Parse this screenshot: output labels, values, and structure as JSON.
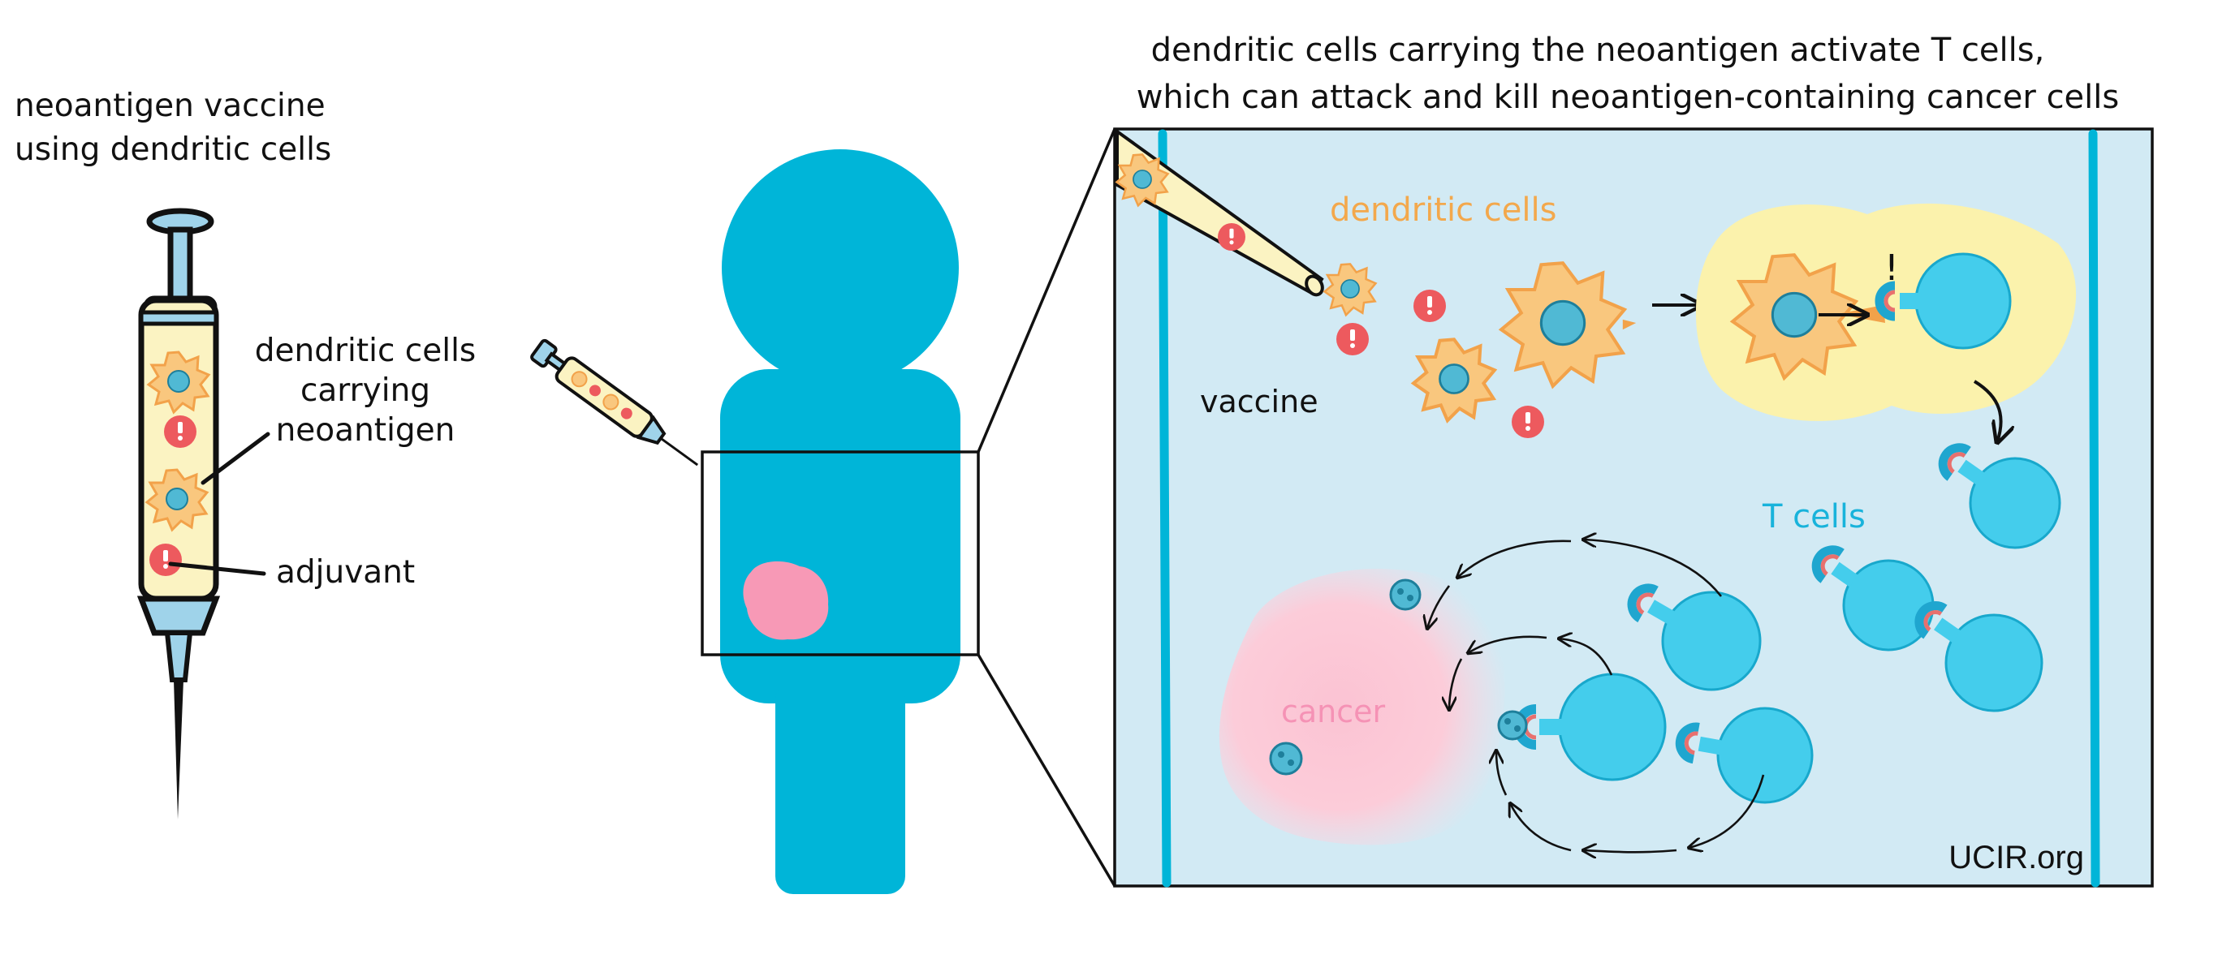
{
  "left": {
    "title_line1": "neoantigen vaccine",
    "title_line2": "using dendritic cells",
    "callout_dc_line1": "dendritic cells",
    "callout_dc_line2": "carrying",
    "callout_dc_line3": "neoantigen",
    "callout_adjuvant": "adjuvant"
  },
  "top_caption": {
    "line1": "dendritic cells carrying the neoantigen activate T cells,",
    "line2": "which can attack and kill neoantigen-containing cancer cells"
  },
  "panel": {
    "dendritic_cells_label": "dendritic cells",
    "vaccine_label": "vaccine",
    "t_cells_label": "T cells",
    "cancer_label": "cancer",
    "exclaim": "!",
    "watermark": "UCIR.org"
  },
  "colors": {
    "body": "#00b5d8",
    "panel_bg": "#d2eaf4",
    "t_cell": "#44cdec",
    "dendritic": "#f9c77e",
    "syringe_fill": "#fbf3c2",
    "syringe_blue": "#9fd3ea",
    "adjuvant": "#ed5a5e",
    "cancer": "#fbc9d7",
    "tumor": "#f799b6",
    "halo": "#fbf2ac"
  }
}
